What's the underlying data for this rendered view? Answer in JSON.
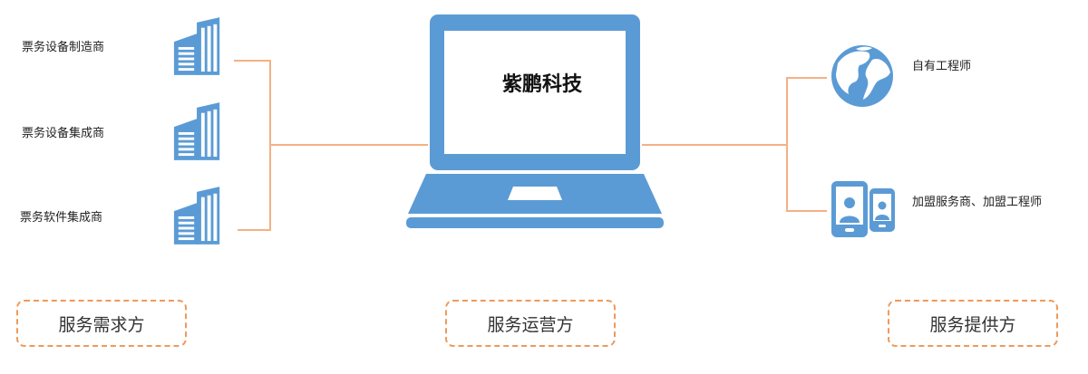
{
  "demand_side": {
    "items": [
      {
        "label": "票务设备制造商",
        "icon": "office-building-icon"
      },
      {
        "label": "票务设备集成商",
        "icon": "office-building-icon"
      },
      {
        "label": "票务软件集成商",
        "icon": "office-building-icon"
      }
    ],
    "role": "服务需求方"
  },
  "operator": {
    "name": "紫鹏科技",
    "icon": "laptop-icon",
    "role": "服务运营方"
  },
  "supply_side": {
    "items": [
      {
        "label": "自有工程师",
        "icon": "globe-icon"
      },
      {
        "label": "加盟服务商、加盟工程师",
        "icon": "mobile-users-icon"
      }
    ],
    "role": "服务提供方"
  },
  "colors": {
    "icon_blue": "#5b9bd5",
    "connector_orange": "#f4b183",
    "dashed_border": "#ee9a5c"
  }
}
